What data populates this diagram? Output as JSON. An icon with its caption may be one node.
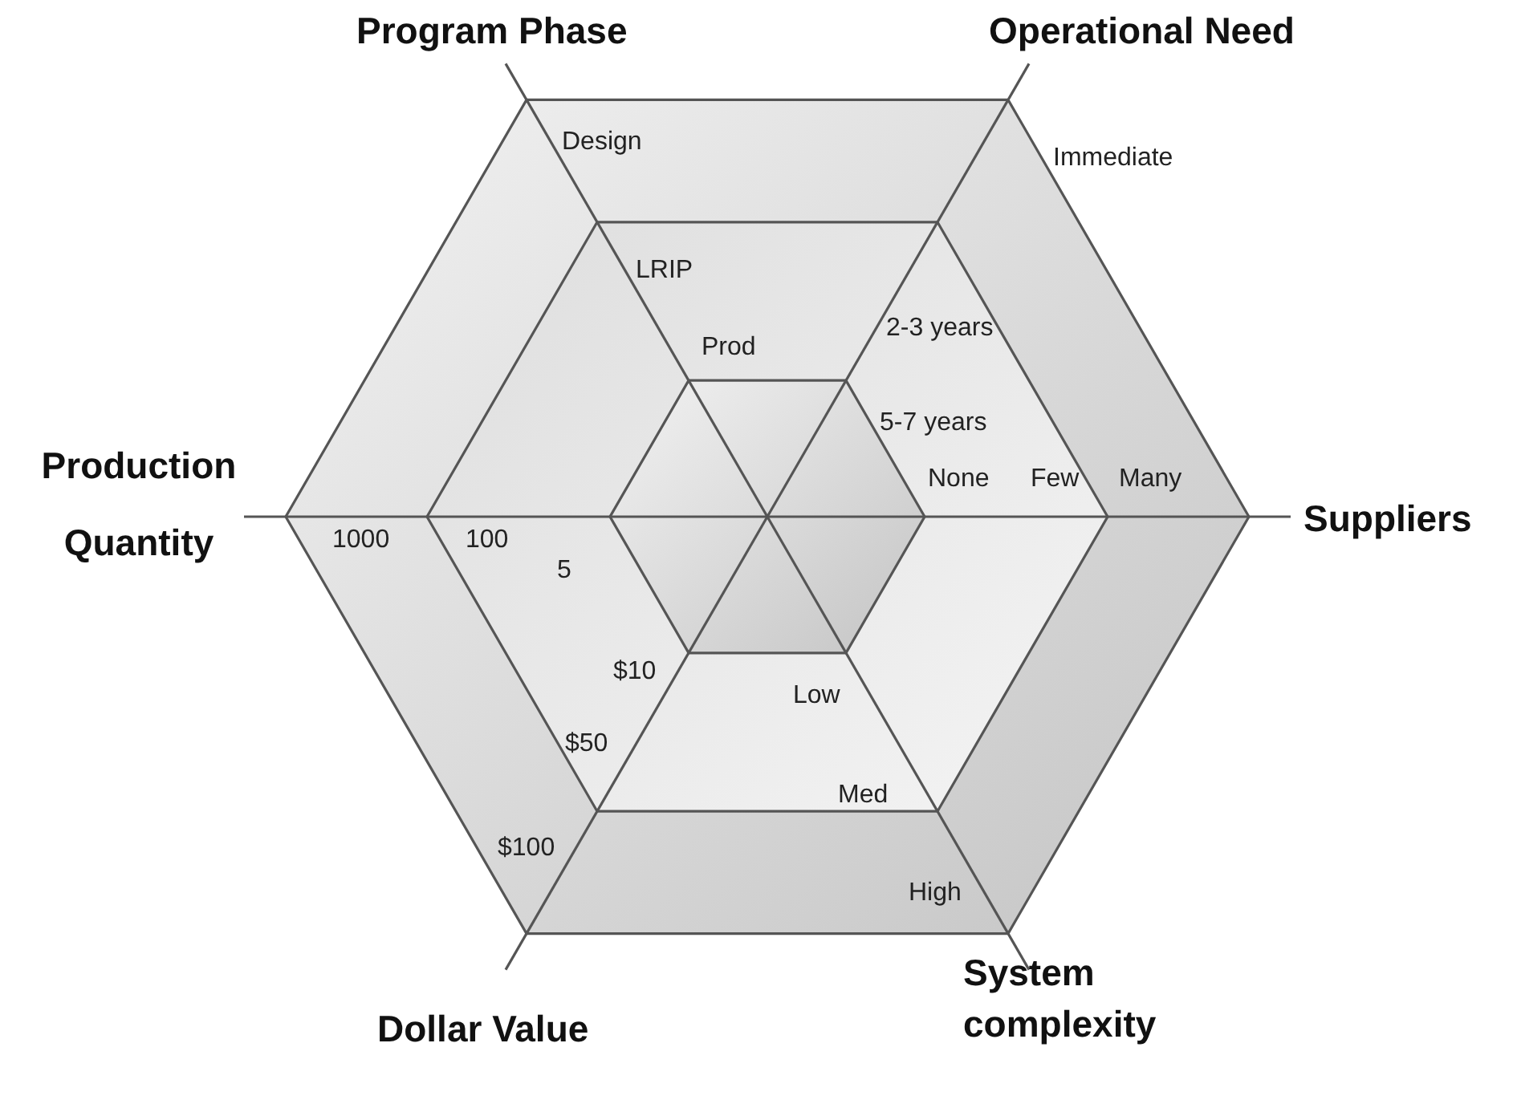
{
  "diagram": {
    "labels": [
      "Program Phase",
      "Operational Need",
      "Design",
      "Immediate",
      "LRIP",
      "2-3 years",
      "Prod",
      "Production Quantity",
      "5-7 years",
      "None",
      "Few",
      "Many",
      "Suppliers",
      "1000",
      "100",
      "5",
      "$10",
      "Low",
      "$50",
      "Med",
      "$100",
      "High",
      "Dollar Value",
      "System complexity"
    ]
  }
}
